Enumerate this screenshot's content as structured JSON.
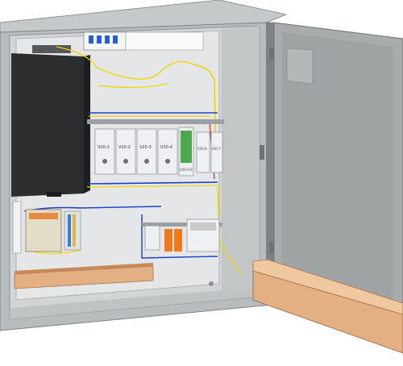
{
  "scene": {
    "relay_labels": [
      "V20-1",
      "V20-2",
      "V20-3",
      "V20-4",
      "V20-5-E",
      "V20-6",
      "V20-7"
    ],
    "colors": {
      "cabinet_body": "#b9bcbd",
      "cabinet_inner": "#d2d5d6",
      "back_plate": "#e4e6e7",
      "door": "#a8acad",
      "door_inner": "#9fa3a4",
      "modules": "#eef0f1",
      "din_rail": "#9aa0a3",
      "fiber": "#f3d400",
      "blue_wire": "#1b3fc6",
      "cable_tray": "#e3b083",
      "cable_tray_dark": "#c7895a",
      "ups_box": "#2c2d2e",
      "green_module": "#49a94c",
      "orange_breaker": "#ee7a1b"
    },
    "icons": [
      "hinge-icon",
      "latch-icon",
      "terminal-block-icon",
      "fiber-splice-icon"
    ]
  }
}
